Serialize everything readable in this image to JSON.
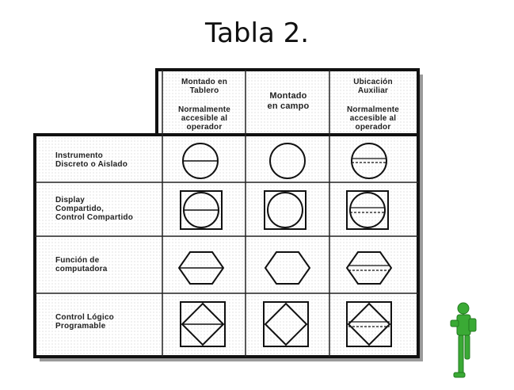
{
  "slide": {
    "title": "Tabla 2."
  },
  "table": {
    "headers": [
      {
        "line1": "Montado en\nTablero",
        "line2": "Normalmente\naccesible al\noperador"
      },
      {
        "line1": "Montado\nen campo",
        "line2": ""
      },
      {
        "line1": "Ubicación\nAuxiliar",
        "line2": "Normalmente\naccesible al\noperador"
      }
    ],
    "rows": [
      {
        "label": "Instrumento\nDiscreto o Aislado",
        "symbol": "circle"
      },
      {
        "label": "Display\nCompartido,\nControl Compartido",
        "symbol": "circle-in-square"
      },
      {
        "label": "Función de\ncomputadora",
        "symbol": "hexagon"
      },
      {
        "label": "Control Lógico\nProgramable",
        "symbol": "diamond-in-square"
      }
    ]
  },
  "colors": {
    "border": "#111111",
    "shadow": "#9a9a9a",
    "mascot": "#3aaa35"
  }
}
